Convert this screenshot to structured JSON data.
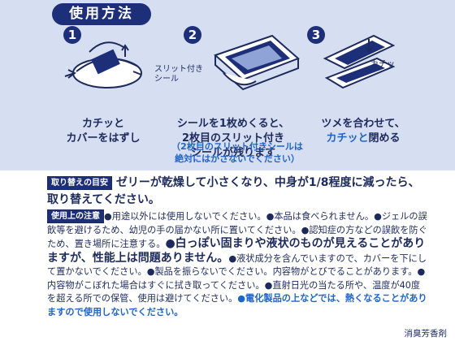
{
  "header": {
    "badge": "使用方法"
  },
  "steps": [
    {
      "number": "1",
      "caption_line1": "カチッと",
      "caption_line2": "カバーをはずし"
    },
    {
      "number": "2",
      "callout": "スリット付き\nシール",
      "caption_line1": "シールを1枚めくると、",
      "caption_line2": "2枚目のスリット付き",
      "caption_line3": "シールが残ります",
      "note_line1": "（2枚目のスリット付きシールは",
      "note_line2": "絶対にはがさないでください）"
    },
    {
      "number": "3",
      "callout": "カチッ",
      "caption_line1": "ツメを合わせて、",
      "caption_accent": "カチッと",
      "caption_rest": "閉める"
    }
  ],
  "replace": {
    "tag": "取り替えの目安",
    "text": "ゼリーが乾燥して小さくなり、中身が1/8程度に減ったら、取り替えてください。"
  },
  "usage": {
    "tag": "使用上の注意",
    "seg1": "●用途以外には使用しないでください。●本品は食べられません。●ジェルの誤飲等を避けるため、幼児の手の届かない所に置いてください。●認知症の方などの誤飲を防ぐため、置き場所に注意する。",
    "seg2_big": "●白っぽい固まりや液状のものが見えることがありますが、性能上は問題ありません。",
    "seg3": "●液状成分を含んでいますので、カバーを下にして置かないでください。●製品を振らないでください。内容物がとびでることがあります。●内容物がこぼれた場合はすぐに拭き取ってください。●直射日光の当たる所や、温度が40度を超える所での保管、使用は避けてください。",
    "seg4_blue": "●電化製品の上などでは、熱くなることがありますので使用しないでください。"
  },
  "product_type": "消臭芳香剤",
  "colors": {
    "navy": "#1e2f7a",
    "accent_blue": "#1f64c8",
    "panel_bg": "#d6def2"
  }
}
